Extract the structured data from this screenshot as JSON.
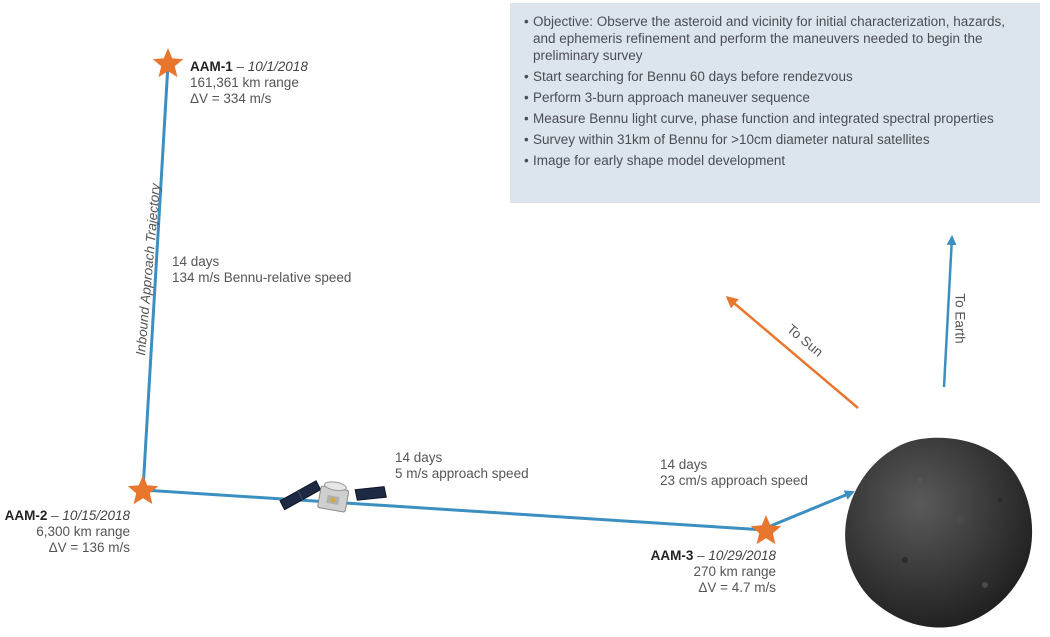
{
  "objectives": [
    "Objective: Observe the asteroid and vicinity for initial characterization, hazards, and ephemeris refinement and perform the maneuvers needed to begin the preliminary survey",
    "Start searching for Bennu 60 days before rendezvous",
    "Perform 3-burn approach maneuver sequence",
    "Measure Bennu light curve, phase function and integrated spectral properties",
    "Survey within 31km of Bennu for >10cm diameter natural satellites",
    "Image for early shape model development"
  ],
  "aam1": {
    "name": "AAM-1",
    "sep": " – ",
    "date": "10/1/2018",
    "range": "161,361 km range",
    "dv": "ΔV = 334 m/s"
  },
  "aam2": {
    "name": "AAM-2",
    "sep": " – ",
    "date": "10/15/2018",
    "range": "6,300 km range",
    "dv": "ΔV = 136 m/s"
  },
  "aam3": {
    "name": "AAM-3",
    "sep": " – ",
    "date": "10/29/2018",
    "range": "270 km range",
    "dv": "ΔV = 4.7 m/s"
  },
  "leg1": {
    "days": "14 days",
    "speed": "134 m/s Bennu-relative speed"
  },
  "leg2": {
    "days": "14 days",
    "speed": "5 m/s approach speed"
  },
  "leg3": {
    "days": "14 days",
    "speed": "23 cm/s approach speed"
  },
  "trajectory_label": "Inbound Approach Trajectory",
  "sun_label": "To Sun",
  "earth_label": "To Earth",
  "colors": {
    "trajectory": "#3b8fc1",
    "star": "#e8762c",
    "sun_arrow": "#e8762c",
    "earth_arrow": "#3b8fc1",
    "box": "#dce4ec",
    "asteroid": "#3a3a3a"
  }
}
